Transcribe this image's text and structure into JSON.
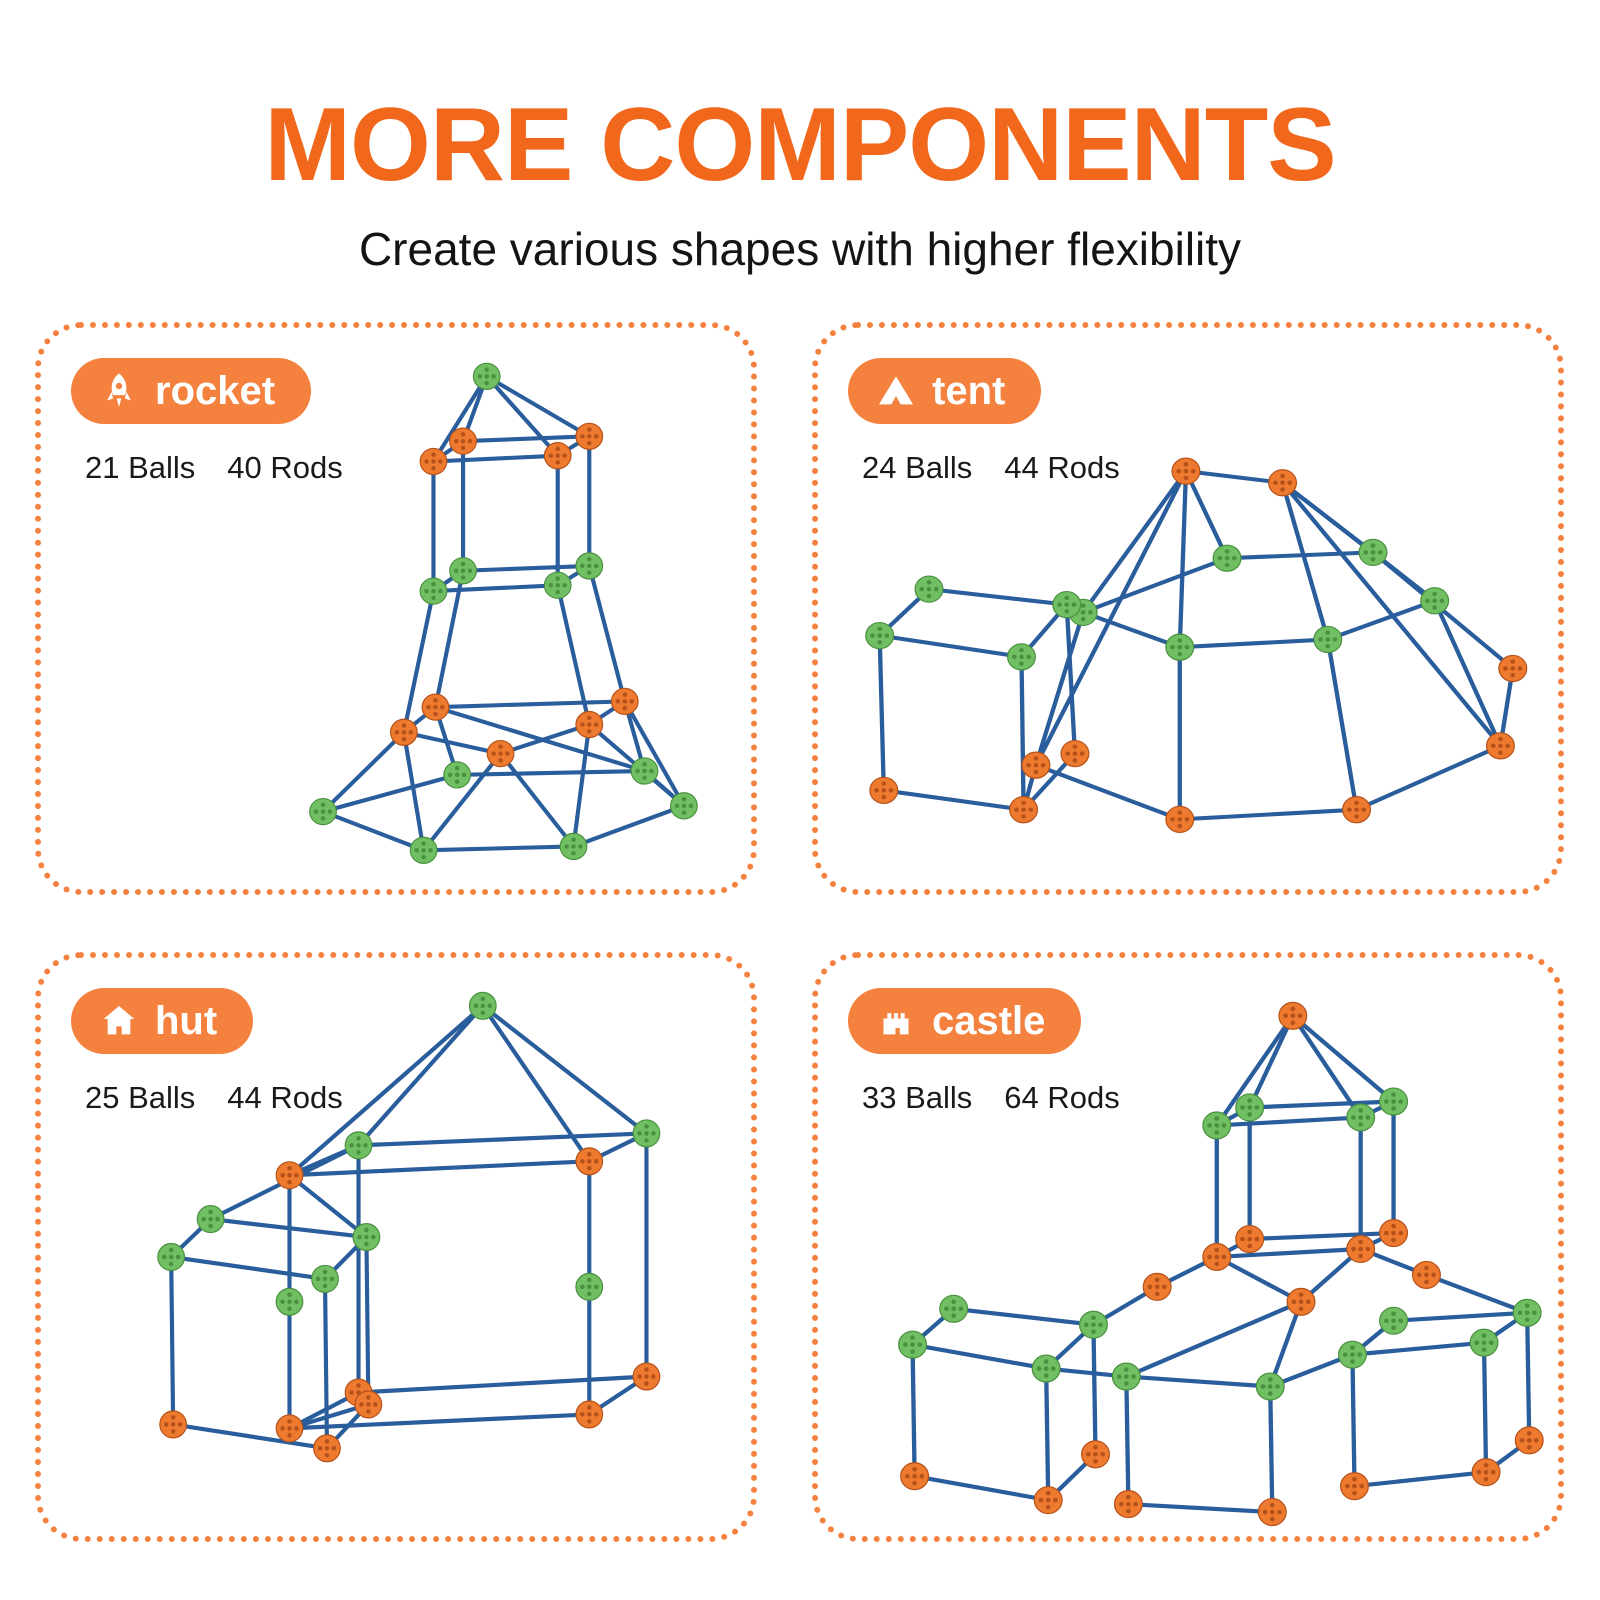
{
  "header": {
    "title": "MORE COMPONENTS",
    "subtitle": "Create various shapes with higher flexibility"
  },
  "panels": [
    {
      "id": "rocket",
      "label": "rocket",
      "balls": "21 Balls",
      "rods": "40 Rods"
    },
    {
      "id": "tent",
      "label": "tent",
      "balls": "24 Balls",
      "rods": "44 Rods"
    },
    {
      "id": "hut",
      "label": "hut",
      "balls": "25 Balls",
      "rods": "44 Rods"
    },
    {
      "id": "castle",
      "label": "castle",
      "balls": "33 Balls",
      "rods": "64 Rods"
    }
  ],
  "colors": {
    "accent": "#f1671c",
    "pill": "#f5813f",
    "rod": "#2a5d9c",
    "ball_green": "#71bf63",
    "ball_green_dark": "#4a9040",
    "ball_orange": "#ee7a2f",
    "ball_orange_dark": "#b5521a"
  }
}
